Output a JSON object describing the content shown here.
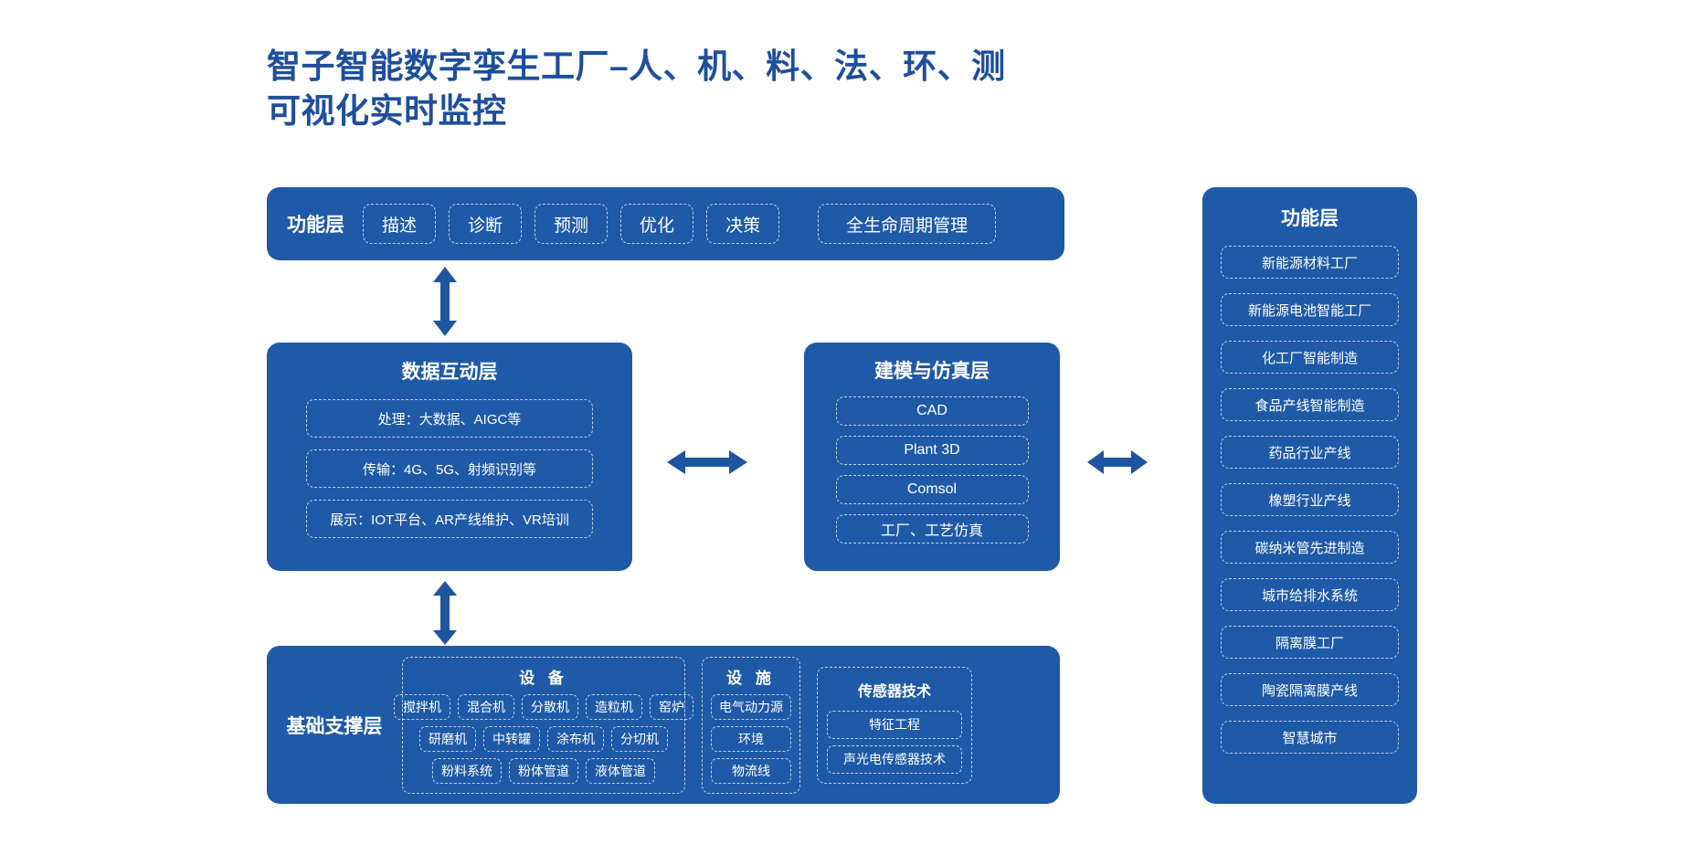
{
  "title": {
    "line1": "智子智能数字孪生工厂–人、机、料、法、环、测",
    "line2": "可视化实时监控",
    "color": "#1e4f9c"
  },
  "theme": {
    "panel_blue": "#1f5aa8",
    "arrow_blue": "#1d55a0",
    "background": "#ffffff",
    "dash_border": "rgba(255,255,255,0.72)"
  },
  "functional_bar": {
    "label": "功能层",
    "items": [
      {
        "label": "描述"
      },
      {
        "label": "诊断"
      },
      {
        "label": "预测"
      },
      {
        "label": "优化"
      },
      {
        "label": "决策"
      }
    ],
    "wide_item": {
      "label": "全生命周期管理"
    }
  },
  "data_layer": {
    "title": "数据互动层",
    "items": [
      {
        "label": "处理：大数据、AIGC等"
      },
      {
        "label": "传输：4G、5G、射频识别等"
      },
      {
        "label": "展示：IOT平台、AR产线维护、VR培训"
      }
    ]
  },
  "model_layer": {
    "title": "建模与仿真层",
    "items": [
      {
        "label": "CAD"
      },
      {
        "label": "Plant 3D"
      },
      {
        "label": "Comsol"
      },
      {
        "label": "工厂、工艺仿真"
      }
    ]
  },
  "base_layer": {
    "label": "基础支撑层",
    "groups": [
      {
        "name": "equipment",
        "title": "设 备",
        "rows": [
          [
            "搅拌机",
            "混合机",
            "分散机",
            "造粒机",
            "窑炉"
          ],
          [
            "研磨机",
            "中转罐",
            "涂布机",
            "分切机"
          ],
          [
            "粉料系统",
            "粉体管道",
            "液体管道"
          ]
        ]
      },
      {
        "name": "facility",
        "title": "设 施",
        "rows": [
          [
            "电气动力源"
          ],
          [
            "环境"
          ],
          [
            "物流线"
          ]
        ]
      },
      {
        "name": "sensor",
        "title": "传感器技术",
        "rows": [
          [
            "特征工程"
          ],
          [
            "声光电传感器技术"
          ]
        ]
      }
    ]
  },
  "app_panel": {
    "title": "功能层",
    "items": [
      {
        "label": "新能源材料工厂"
      },
      {
        "label": "新能源电池智能工厂"
      },
      {
        "label": "化工厂智能制造"
      },
      {
        "label": "食品产线智能制造"
      },
      {
        "label": "药品行业产线"
      },
      {
        "label": "橡塑行业产线"
      },
      {
        "label": "碳纳米管先进制造"
      },
      {
        "label": "城市给排水系统"
      },
      {
        "label": "隔离膜工厂"
      },
      {
        "label": "陶瓷隔离膜产线"
      },
      {
        "label": "智慧城市"
      }
    ]
  },
  "arrows": [
    {
      "name": "arrow-func-to-data",
      "direction": "vertical"
    },
    {
      "name": "arrow-data-to-base",
      "direction": "vertical"
    },
    {
      "name": "arrow-data-to-model",
      "direction": "horizontal"
    },
    {
      "name": "arrow-model-to-apps",
      "direction": "horizontal"
    }
  ]
}
